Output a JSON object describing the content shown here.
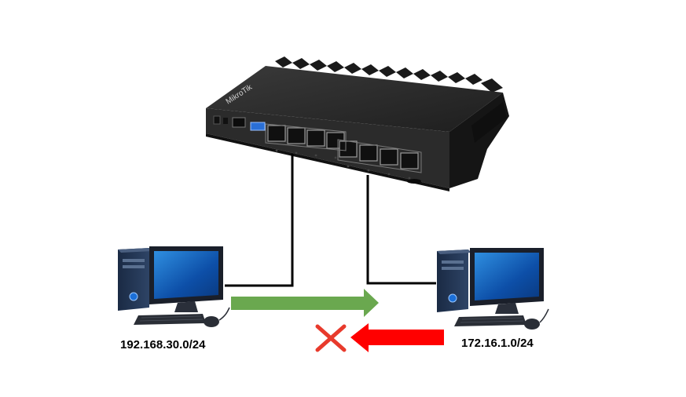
{
  "router": {
    "brand_logo": "MikroTik",
    "port_count": 8,
    "body_color": "#2b2b2b",
    "usb_color": "#2a6fd6"
  },
  "computers": [
    {
      "network": "192.168.30.0/24"
    },
    {
      "network": "172.16.1.0/24"
    }
  ],
  "arrows": {
    "allowed_color": "#6aa84f",
    "blocked_color": "#ff0000",
    "blocked_mark": "x-icon"
  }
}
